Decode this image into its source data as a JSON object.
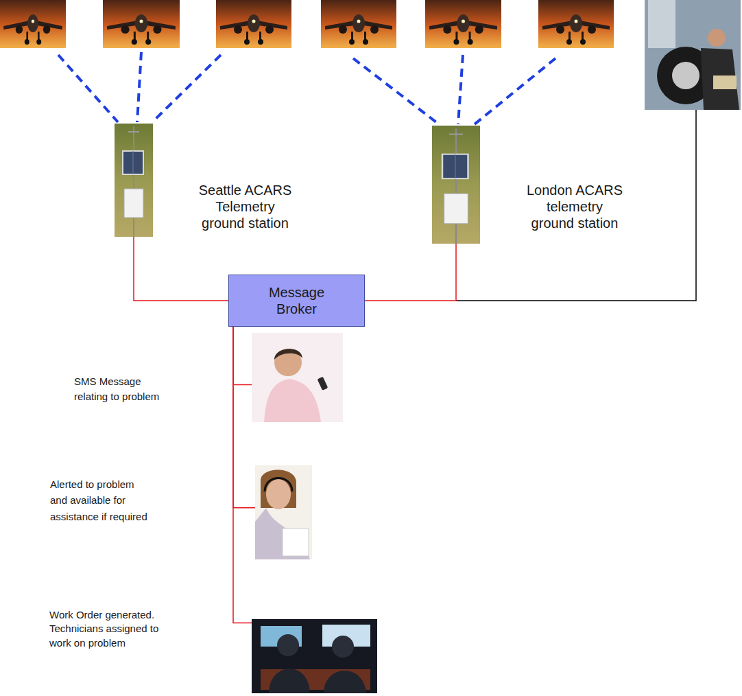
{
  "diagram": {
    "nodes": [
      {
        "text": [
          "Seattle ACARS Telemetry ground station"
        ]
      },
      {
        "text": [
          "London ACARS telemetry ground station"
        ]
      },
      {
        "text": [
          "Message Broker"
        ]
      },
      {
        "text": [
          "SMS Message relating to problem"
        ]
      },
      {
        "text": [
          "Alerted to problem and available for assistance if required"
        ]
      },
      {
        "text": [
          "Work Order generated. Technicians assigned to work on problem"
        ]
      }
    ],
    "edges": [
      {
        "from": 0,
        "to": 2,
        "arrow": "none"
      },
      {
        "from": 1,
        "to": 2,
        "arrow": "none"
      },
      {
        "from": 2,
        "to": 3,
        "arrow": "none"
      },
      {
        "from": 2,
        "to": 4,
        "arrow": "none"
      },
      {
        "from": 2,
        "to": 5,
        "arrow": "none"
      }
    ]
  }
}
